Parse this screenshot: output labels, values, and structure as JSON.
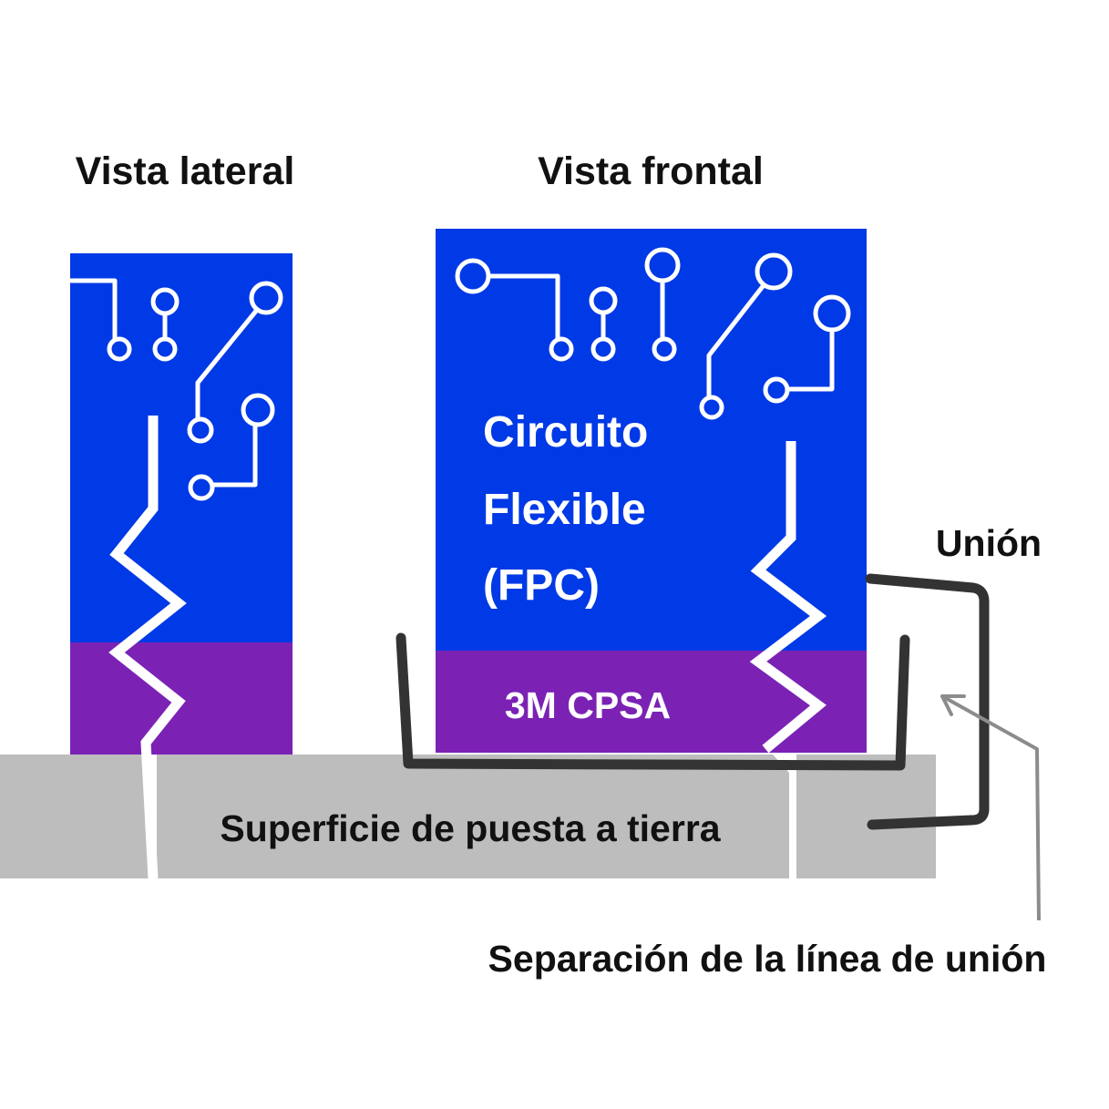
{
  "labels": {
    "side_view": "Vista lateral",
    "front_view": "Vista frontal",
    "fpc_line1": "Circuito",
    "fpc_line2": "Flexible",
    "fpc_line3": "(FPC)",
    "adhesive": "3M CPSA",
    "ground": "Superficie de puesta a tierra",
    "bond": "Unión",
    "bondline_gap": "Separación de la línea de unión"
  },
  "colors": {
    "fpc_blue": "#0039E6",
    "adhesive_purple": "#7B22B5",
    "ground_gray": "#BDBDBD",
    "bracket": "#333333",
    "callout_arrow": "#8C8C8C",
    "text_dark": "#111111",
    "text_light": "#ffffff"
  }
}
